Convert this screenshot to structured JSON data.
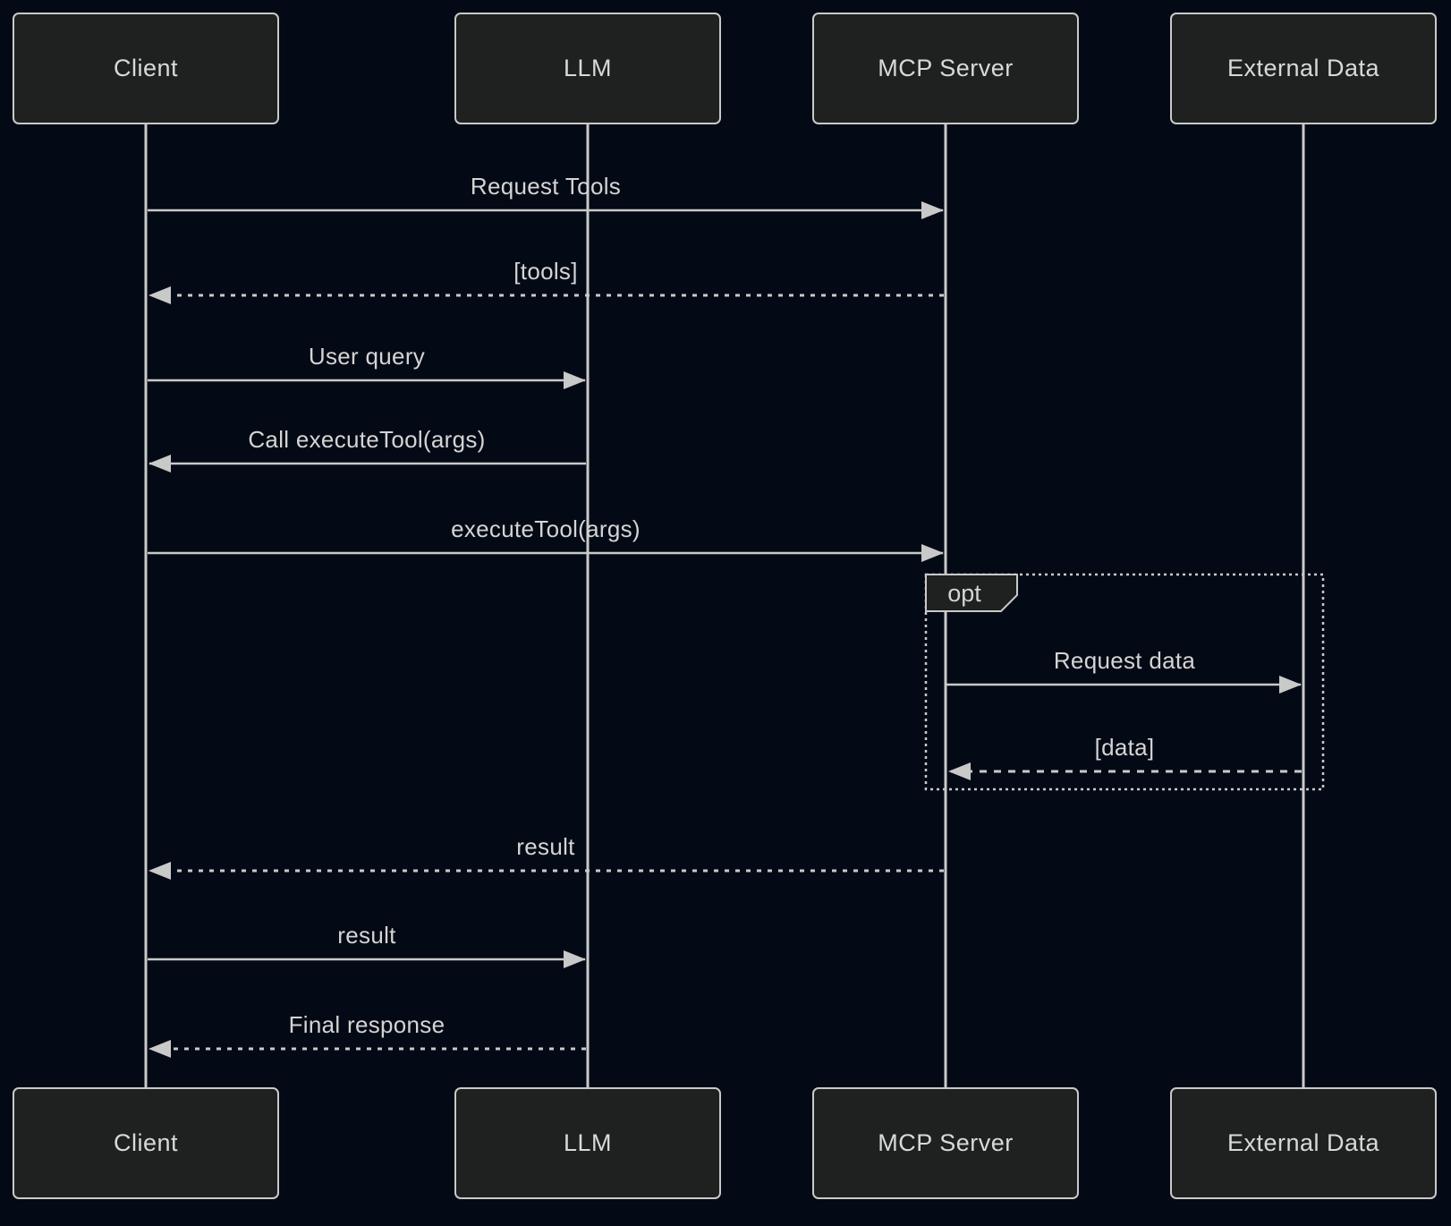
{
  "diagram_type": "sequence",
  "actors": [
    {
      "id": "client",
      "label": "Client"
    },
    {
      "id": "llm",
      "label": "LLM"
    },
    {
      "id": "mcp-server",
      "label": "MCP Server"
    },
    {
      "id": "external-data",
      "label": "External Data"
    }
  ],
  "messages": [
    {
      "from": "Client",
      "to": "MCP Server",
      "label": "Request Tools",
      "line": "solid"
    },
    {
      "from": "MCP Server",
      "to": "Client",
      "label": "[tools]",
      "line": "dashed"
    },
    {
      "from": "Client",
      "to": "LLM",
      "label": "User query",
      "line": "solid"
    },
    {
      "from": "LLM",
      "to": "Client",
      "label": "Call executeTool(args)",
      "line": "solid"
    },
    {
      "from": "Client",
      "to": "MCP Server",
      "label": "executeTool(args)",
      "line": "solid"
    },
    {
      "from": "MCP Server",
      "to": "External Data",
      "label": "Request data",
      "line": "solid"
    },
    {
      "from": "External Data",
      "to": "MCP Server",
      "label": "[data]",
      "line": "dashed"
    },
    {
      "from": "MCP Server",
      "to": "Client",
      "label": "result",
      "line": "dashed"
    },
    {
      "from": "Client",
      "to": "LLM",
      "label": "result",
      "line": "solid"
    },
    {
      "from": "LLM",
      "to": "Client",
      "label": "Final response",
      "line": "dashed"
    }
  ],
  "fragment": {
    "type_label": "opt",
    "encloses": [
      "Request data",
      "[data]"
    ]
  },
  "colors": {
    "background": "#040a15",
    "actor_fill": "#1f2121",
    "actor_border": "#c9c9c9",
    "line": "#c9c9c9",
    "text": "#d4d4d4"
  }
}
